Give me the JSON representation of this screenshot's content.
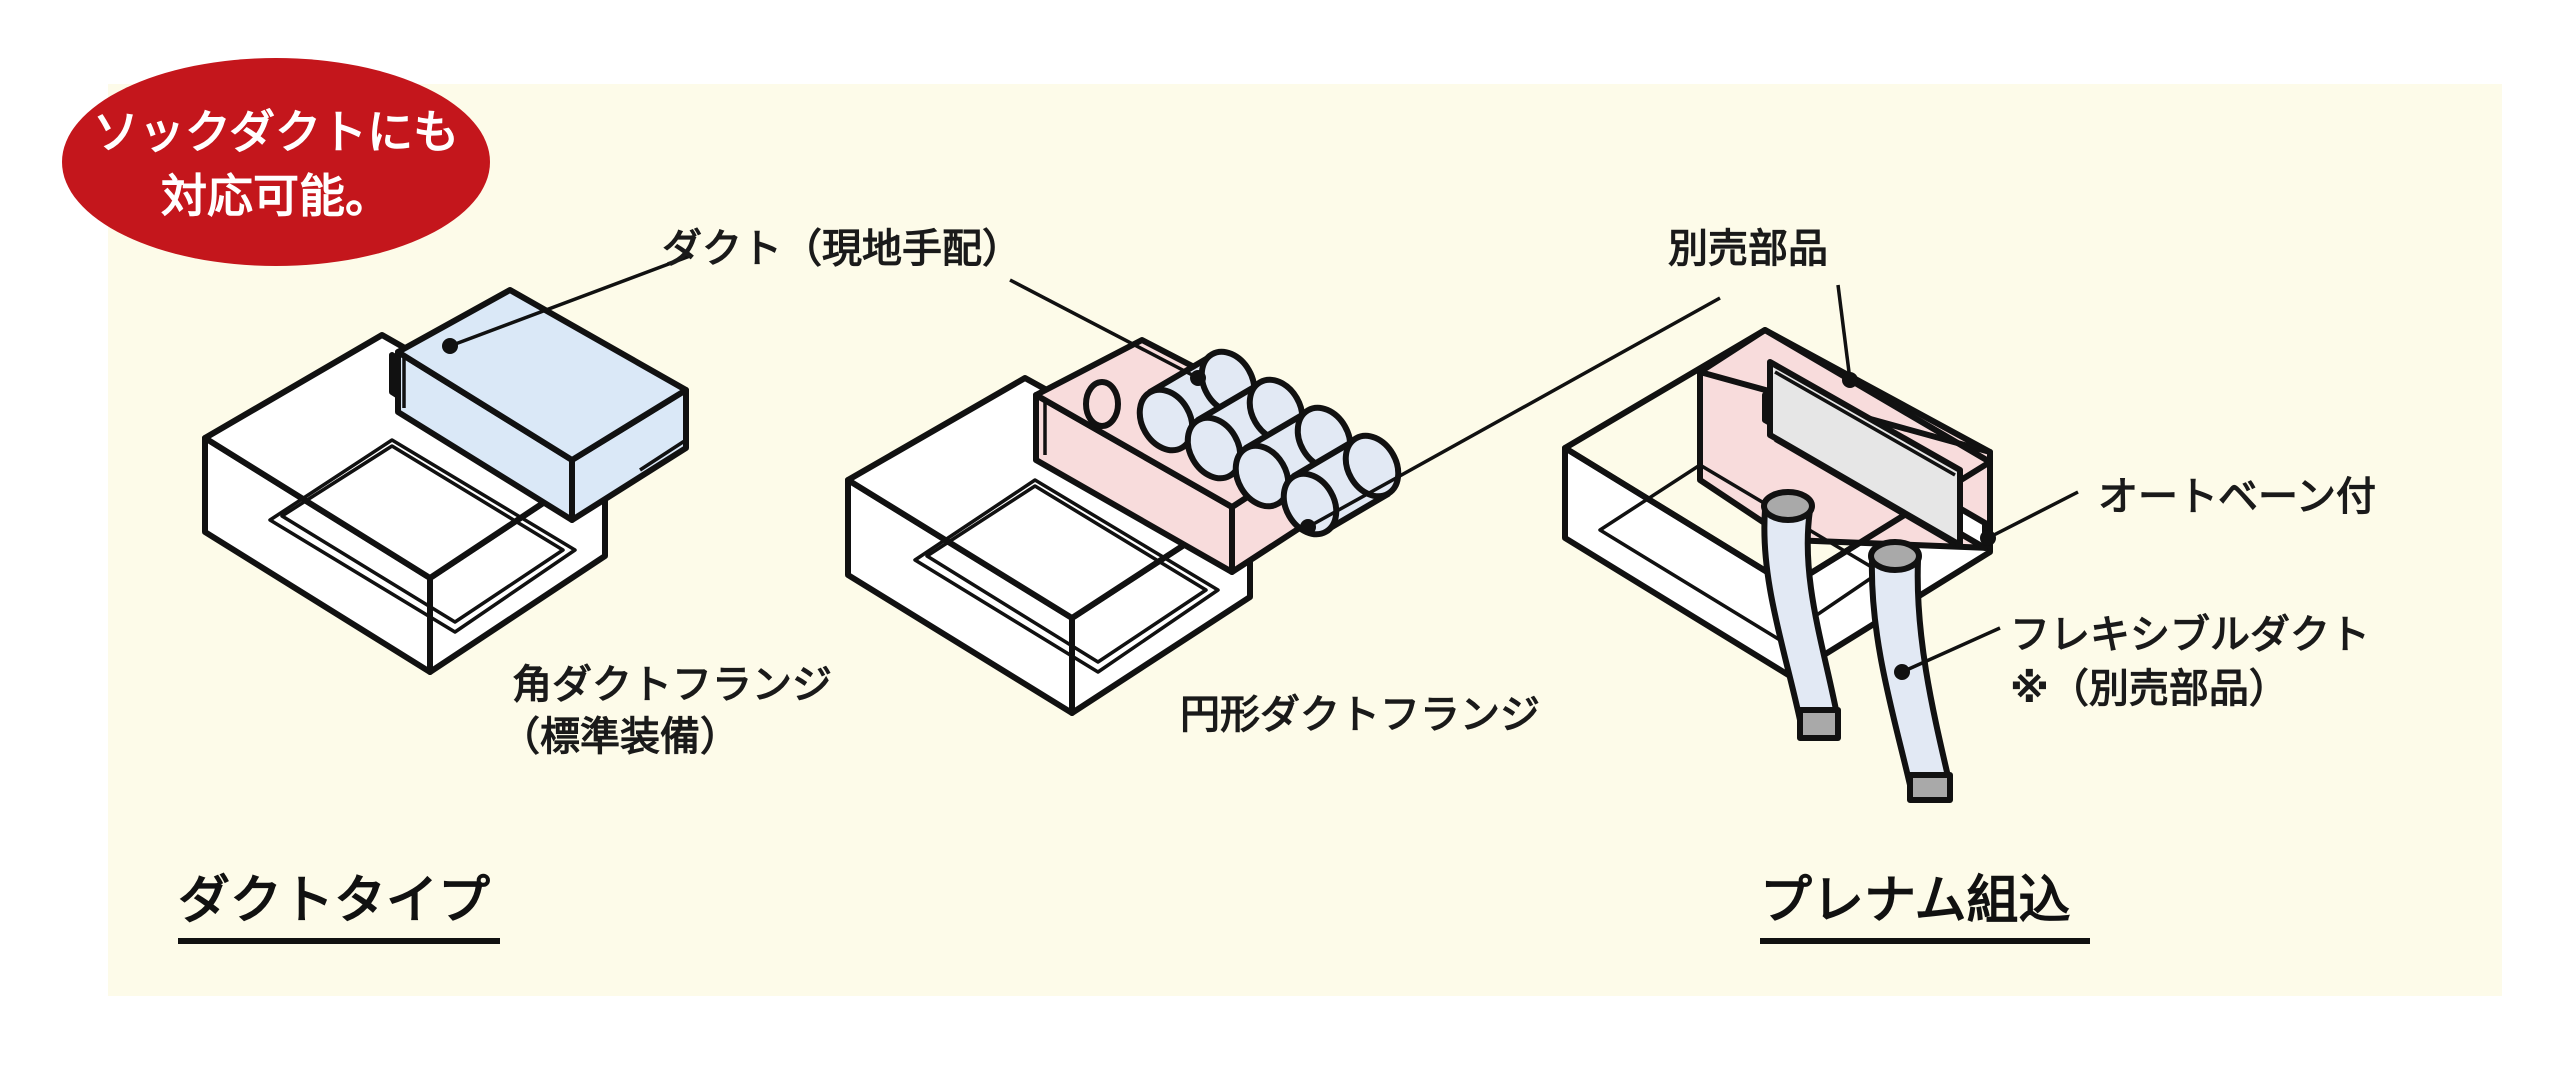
{
  "badge": {
    "line1": "ソックダクトにも",
    "line2": "対応可能。",
    "color": "#c4161c"
  },
  "sections": {
    "duct_type": "ダクトタイプ",
    "plenum": "プレナム組込"
  },
  "labels": {
    "duct_local": "ダクト（現地手配）",
    "sold_separately": "別売部品",
    "square_flange_line1": "角ダクトフランジ",
    "square_flange_line2": "（標準装備）",
    "round_flange": "円形ダクトフランジ",
    "auto_vane": "オートベーン付",
    "flexible_duct_line1": "フレキシブルダクト",
    "flexible_duct_line2": "※（別売部品）"
  },
  "colors": {
    "background_panel": "#fdfbe9",
    "duct_blue": "#dae8f7",
    "part_pink": "#f8dcdc",
    "flex_blue": "#e2e9f4",
    "flex_end": "#a9a9a9"
  }
}
